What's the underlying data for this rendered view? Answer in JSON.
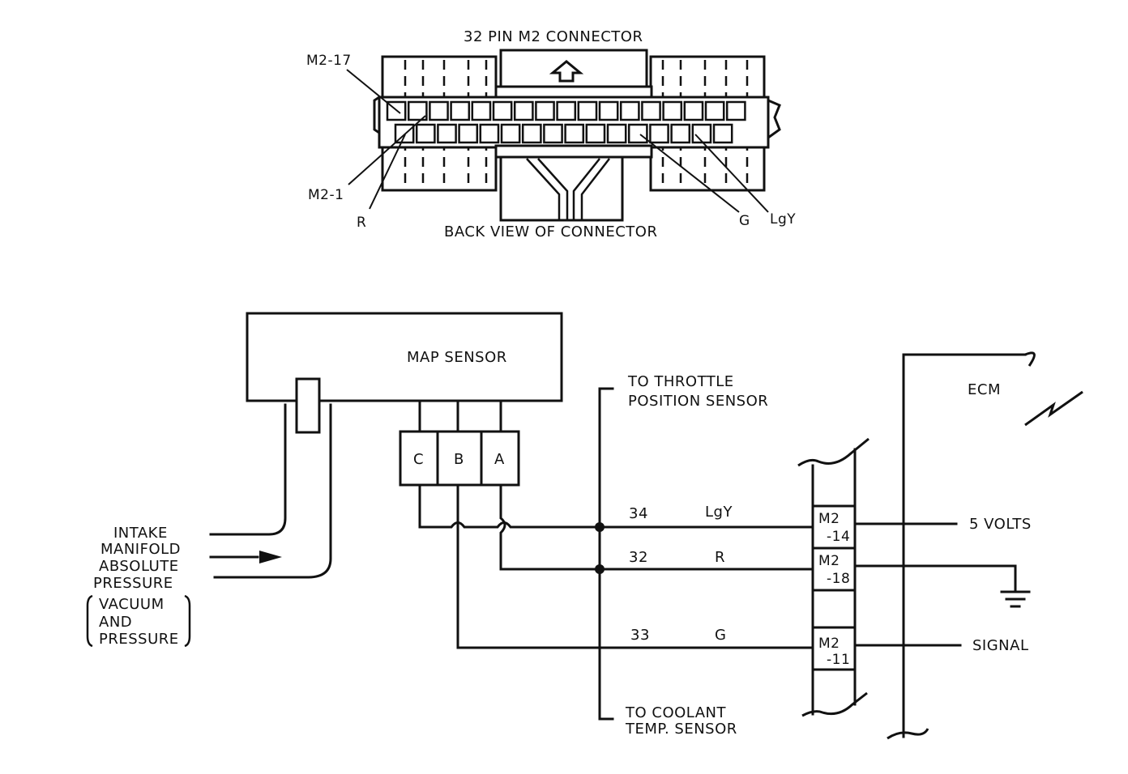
{
  "connector": {
    "title": "32 PIN M2 CONNECTOR",
    "caption": "BACK VIEW OF CONNECTOR",
    "callouts": {
      "m2_17": "M2-17",
      "m2_1": "M2-1",
      "r": "R",
      "g": "G",
      "lgy": "LgY"
    }
  },
  "sensor": {
    "name": "MAP SENSOR",
    "pins": [
      "C",
      "B",
      "A"
    ]
  },
  "intake": {
    "line1": "INTAKE",
    "line2": "MANIFOLD",
    "line3": "ABSOLUTE",
    "line4": "PRESSURE",
    "line5": "VACUUM",
    "line6": "AND",
    "line7": "PRESSURE"
  },
  "notes": {
    "tps_line1": "TO THROTTLE",
    "tps_line2": "POSITION SENSOR",
    "cts_line1": "TO COOLANT",
    "cts_line2": "TEMP. SENSOR"
  },
  "ecm": {
    "label": "ECM",
    "outputs": {
      "v5": "5 VOLTS",
      "signal": "SIGNAL"
    }
  },
  "wires": [
    {
      "circuit": "34",
      "color": "LgY",
      "terminal_top": "M2",
      "terminal_bottom": "-14"
    },
    {
      "circuit": "32",
      "color": "R",
      "terminal_top": "M2",
      "terminal_bottom": "-18"
    },
    {
      "circuit": "33",
      "color": "G",
      "terminal_top": "M2",
      "terminal_bottom": "-11"
    }
  ]
}
